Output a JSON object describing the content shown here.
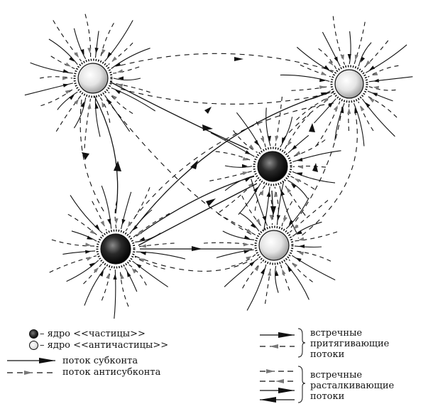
{
  "legend": {
    "particle_nucleus": "– ядро <<частицы>>",
    "antiparticle_nucleus": "– ядро <<античастицы>>",
    "subcont_flow": "поток субконта",
    "antisubcont_flow": "поток антисубконта",
    "attracting_group": [
      "встречные",
      "притягивающие",
      "потоки"
    ],
    "repelling_group": [
      "встречные",
      "расталкивающие",
      "потоки"
    ]
  },
  "nodes": [
    {
      "id": "top-left",
      "kind": "antiparticle"
    },
    {
      "id": "top-right",
      "kind": "antiparticle"
    },
    {
      "id": "center",
      "kind": "particle"
    },
    {
      "id": "bottom-left",
      "kind": "particle"
    },
    {
      "id": "bottom-right",
      "kind": "antiparticle"
    }
  ],
  "colors": {
    "ink": "#111111",
    "paper": "#ffffff"
  }
}
